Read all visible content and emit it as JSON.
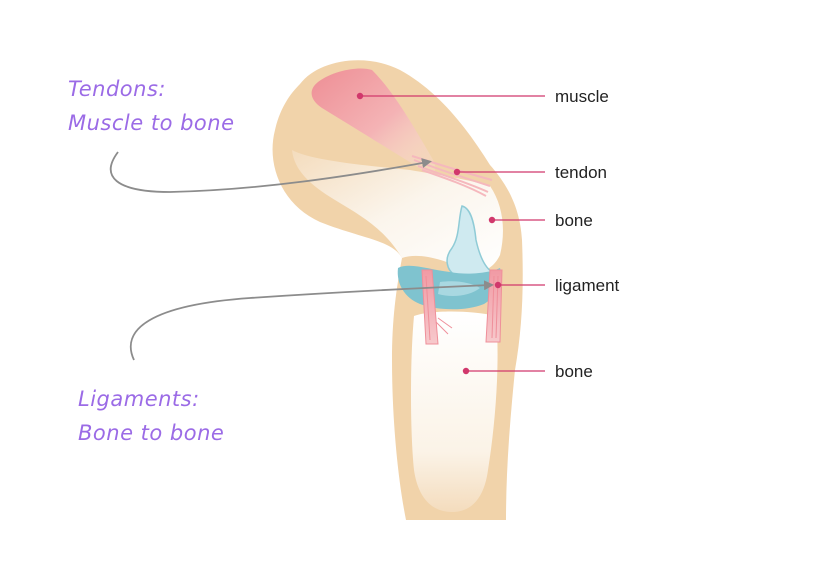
{
  "colors": {
    "skin": "#f1d3aa",
    "bone": "#fbf6ee",
    "muscle": "#ef9aa0",
    "cartilage": "#7fc3cf",
    "leader": "#d1386c",
    "handwriting": "#9b6be6",
    "arrow": "#8c8c8c"
  },
  "labels": {
    "muscle": "muscle",
    "tendon": "tendon",
    "bone_upper": "bone",
    "ligament": "ligament",
    "bone_lower": "bone"
  },
  "notes": {
    "tendons_line1": "Tendons:",
    "tendons_line2": "Muscle to bone",
    "ligaments_line1": "Ligaments:",
    "ligaments_line2": "Bone to bone"
  }
}
